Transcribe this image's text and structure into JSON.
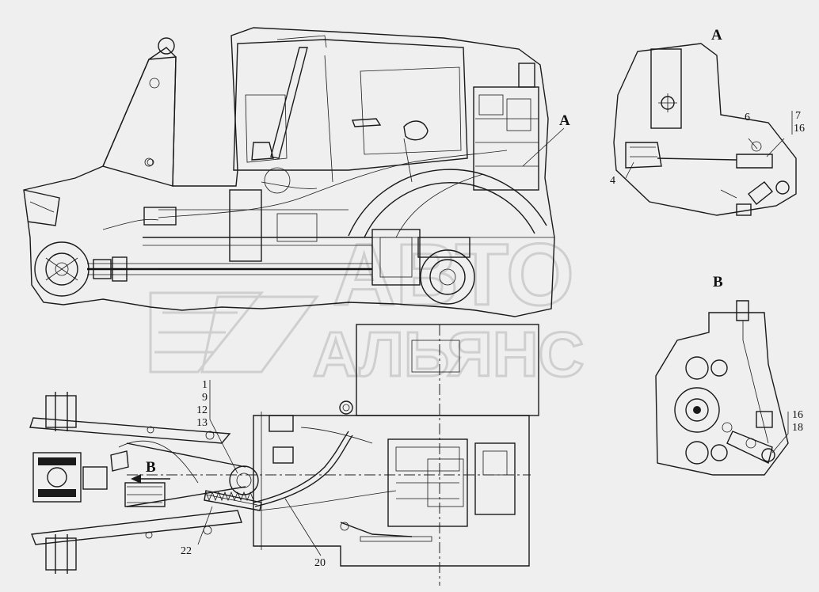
{
  "watermark": {
    "line1": "АВТО",
    "line2": "АЛЬЯНС"
  },
  "views": {
    "a": "A",
    "b": "B",
    "a_marker": "A",
    "b_marker": "B"
  },
  "callouts": {
    "c1": "1",
    "c9": "9",
    "c12": "12",
    "c13": "13",
    "c4": "4",
    "c6": "6",
    "c7": "7",
    "c16a": "16",
    "c16b": "16",
    "c18": "18",
    "c20": "20",
    "c22": "22"
  }
}
